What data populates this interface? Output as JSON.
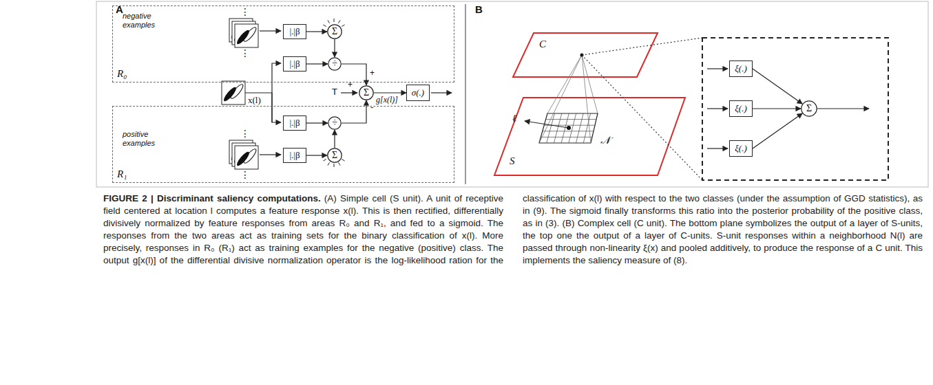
{
  "diagram": {
    "title": "FIGURE 2 | Discriminant saliency computations.",
    "caption": "(A) Simple cell (S unit). A unit of receptive field centered at location l computes a feature response x(l). This is then rectified, differentially divisively normalized by feature responses from areas R₀ and R₁, and fed to a sigmoid. The responses from the two areas act as training sets for the binary classification of x(l). More precisely, responses in R₀ (R₁) act as training examples for the negative (positive) class. The output g[x(l)] of the differential divisive normalization operator is the log-likelihood ration for the classification of x(l) with respect to the two classes (under the assumption of GGD statistics), as in (9). The sigmoid finally transforms this ratio into the posterior probability of the positive class, as in (3). (B) Complex cell (C unit). The bottom plane symbolizes the output of a layer of S-units, the top one the output of a layer of C-units. S-unit responses within a neighborhood N(l) are passed through non-linearity ξ(x) and pooled additively, to produce the response of a C unit. This implements the saliency measure of (8).",
    "nodes": [
      {
        "text": [
          "negative examples",
          "R₀"
        ]
      },
      {
        "text": [
          "|.|β"
        ],
        "in": 0
      },
      {
        "text": [
          "Σ"
        ],
        "in": 0
      },
      {
        "text": [
          "|.|β"
        ],
        "in": 0
      },
      {
        "text": [
          "÷"
        ],
        "in": 0
      },
      {
        "text": [
          "positive examples",
          "R₁"
        ]
      },
      {
        "text": [
          "|.|β"
        ],
        "in": 5
      },
      {
        "text": [
          "÷"
        ],
        "in": 5
      },
      {
        "text": [
          "|.|β"
        ],
        "in": 5
      },
      {
        "text": [
          "Σ"
        ],
        "in": 5
      },
      {
        "text": [
          "Σ"
        ]
      },
      {
        "text": [
          "σ(.)"
        ]
      },
      {
        "text": [
          "ξ(.)"
        ]
      },
      {
        "text": [
          "ξ(.)"
        ]
      },
      {
        "text": [
          "ξ(.)"
        ]
      },
      {
        "text": [
          "Σ"
        ]
      }
    ],
    "edges": [
      {
        "from": 1,
        "to": 2,
        "arrow": "to"
      },
      {
        "from": 3,
        "to": 4,
        "arrow": "to"
      },
      {
        "from": 2,
        "to": 4,
        "arrow": "to"
      },
      {
        "from": 4,
        "to": 10,
        "arrow": "to"
      },
      {
        "from": 6,
        "to": 7,
        "arrow": "to"
      },
      {
        "from": 9,
        "to": 7,
        "arrow": "to"
      },
      {
        "from": 7,
        "to": 10,
        "arrow": "to"
      },
      {
        "from": 8,
        "to": 9,
        "arrow": "to"
      },
      {
        "from": 10,
        "to": 11,
        "label": "g[x(l)]",
        "arrow": "to"
      },
      {
        "from": 12,
        "to": 15,
        "arrow": "to"
      },
      {
        "from": 13,
        "to": 15,
        "arrow": "to"
      },
      {
        "from": 14,
        "to": 15,
        "arrow": "to"
      }
    ],
    "labels": [
      "A",
      "⋮",
      "⋮",
      "x(l)",
      "T",
      "+",
      "+",
      "-",
      "⋮",
      "⋮",
      "B",
      "C",
      "S",
      "ℓ",
      "𝒩"
    ]
  }
}
